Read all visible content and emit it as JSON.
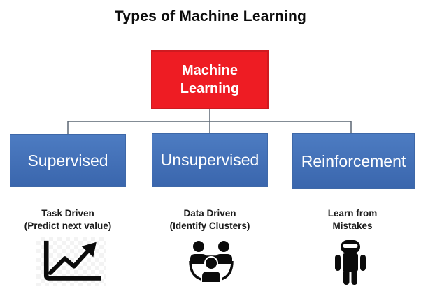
{
  "title": "Types of Machine Learning",
  "root": {
    "label": "Machine Learning"
  },
  "branches": [
    {
      "id": "supervised",
      "label": "Supervised",
      "desc_line1": "Task Driven",
      "desc_line2": "(Predict next value)",
      "icon": "trend-chart-icon"
    },
    {
      "id": "unsupervised",
      "label": "Unsupervised",
      "desc_line1": "Data Driven",
      "desc_line2": "(Identify Clusters)",
      "icon": "people-cluster-icon"
    },
    {
      "id": "reinforcement",
      "label": "Reinforcement",
      "desc_line1": "Learn from",
      "desc_line2": "Mistakes",
      "icon": "robot-icon"
    }
  ],
  "colors": {
    "root_fill": "#ee1c23",
    "root_border": "#cf1a20",
    "branch_fill_top": "#4d7cc2",
    "branch_fill_bottom": "#3a66ad",
    "branch_border": "#3e68a8",
    "connector": "#5a6672",
    "icon_color": "#0b0b0b"
  }
}
